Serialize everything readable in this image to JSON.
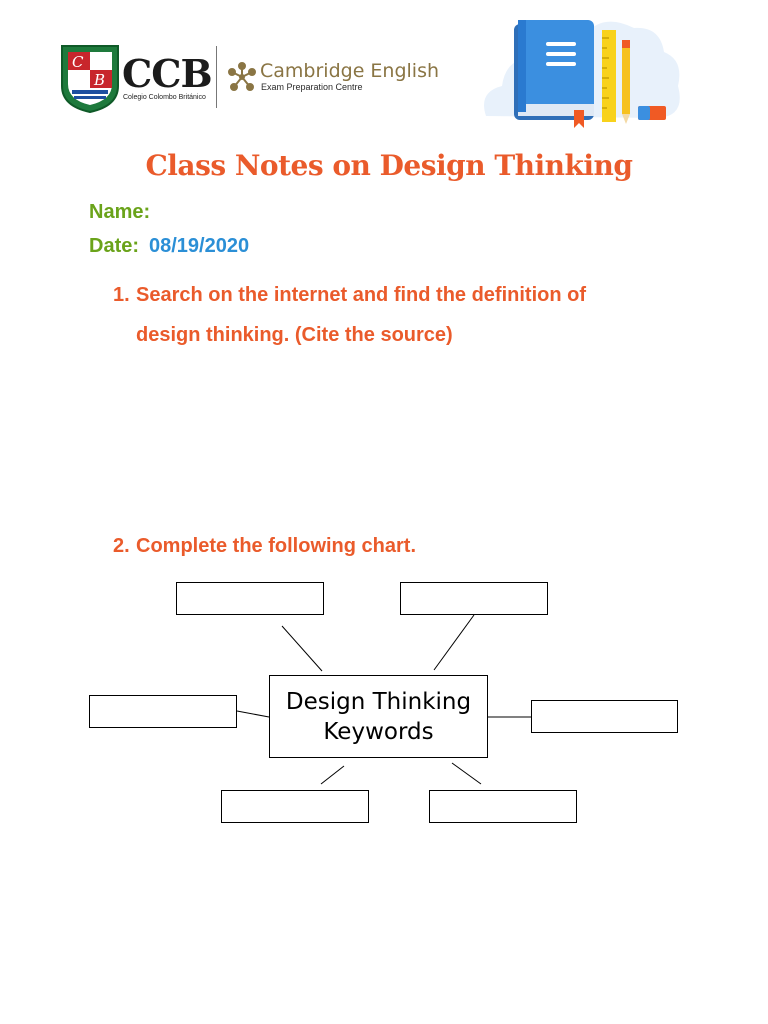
{
  "header": {
    "school_logo": "ccb-crest-logo",
    "school_name": "CCB",
    "school_subtitle": "Colegio Colombo Británico",
    "cambridge_name": "Cambridge English",
    "cambridge_subtitle": "Exam Preparation Centre",
    "decor_icon": "book-ruler-pencil-icon"
  },
  "document": {
    "title": "Class Notes on Design Thinking",
    "name_label": "Name:",
    "name_value": "",
    "date_label": "Date:",
    "date_value": "08/19/2020"
  },
  "questions": [
    {
      "number": "1.",
      "line1": "Search on the internet and find the definition of",
      "line2": "design thinking. (Cite the source)"
    },
    {
      "number": "2.",
      "line1": "Complete the following chart."
    }
  ],
  "diagram": {
    "center_line1": "Design Thinking",
    "center_line2": "Keywords",
    "keyword_boxes": [
      "",
      "",
      "",
      "",
      "",
      ""
    ]
  },
  "colors": {
    "title": "#ea5b2b",
    "label_green": "#6aa31a",
    "date_blue": "#2b8fd6",
    "crest_green": "#1e7a3c",
    "cambridge_gold": "#8a7544"
  }
}
